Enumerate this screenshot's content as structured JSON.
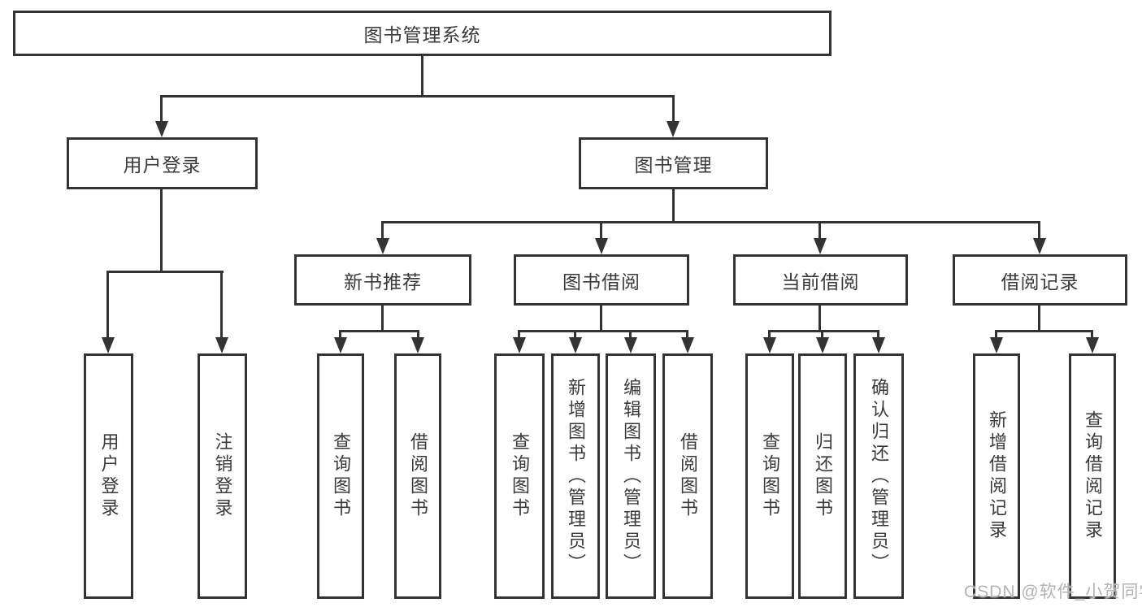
{
  "diagram": {
    "root": {
      "label": "图书管理系统"
    },
    "user_branch": {
      "label": "用户登录",
      "children": [
        {
          "label": "用户登录"
        },
        {
          "label": "注销登录"
        }
      ]
    },
    "book_branch": {
      "label": "图书管理",
      "sections": [
        {
          "label": "新书推荐",
          "children": [
            {
              "label": "查询图书"
            },
            {
              "label": "借阅图书"
            }
          ]
        },
        {
          "label": "图书借阅",
          "children": [
            {
              "label": "查询图书"
            },
            {
              "label": "新增图书（管理员）"
            },
            {
              "label": "编辑图书（管理员）"
            },
            {
              "label": "借阅图书"
            }
          ]
        },
        {
          "label": "当前借阅",
          "children": [
            {
              "label": "查询图书"
            },
            {
              "label": "归还图书"
            },
            {
              "label": "确认归还（管理员）"
            }
          ]
        },
        {
          "label": "借阅记录",
          "children": [
            {
              "label": "新增借阅记录"
            },
            {
              "label": "查询借阅记录"
            }
          ]
        }
      ]
    },
    "watermark": "CSDN @软件_小贺同学",
    "colors": {
      "line": "#333333",
      "text": "#3a3a3a",
      "watermark": "#b3b3b3",
      "background": "#ffffff"
    }
  }
}
